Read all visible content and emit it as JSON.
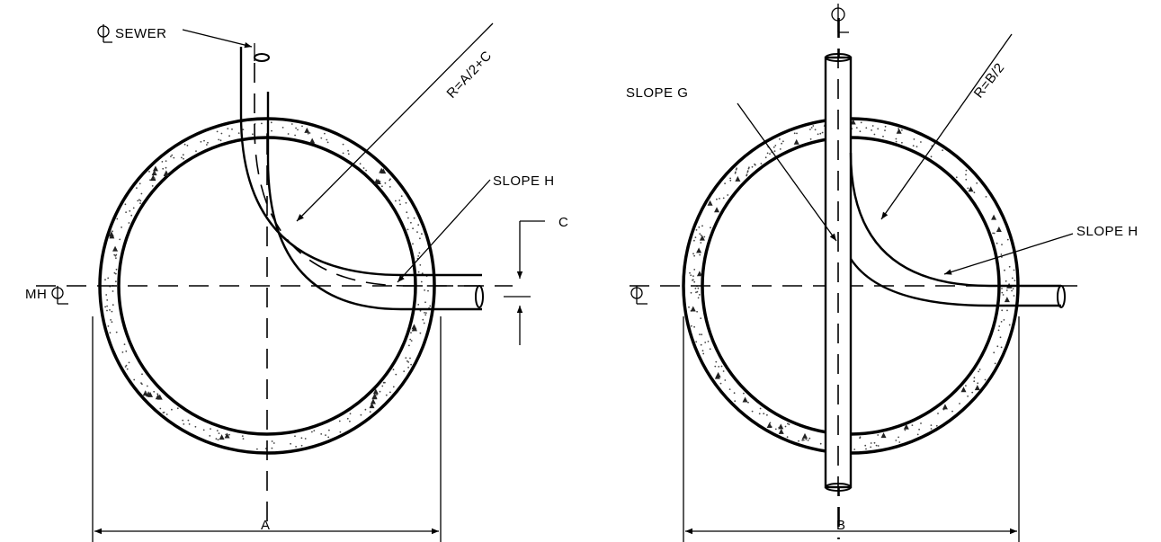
{
  "left_view": {
    "sewer_label": "SEWER",
    "radius_label": "R=A/2+C",
    "slope_label": "SLOPE H",
    "offset_label": "C",
    "manhole_label": "MH",
    "dimension_label": "A"
  },
  "right_view": {
    "slope_g_label": "SLOPE G",
    "radius_label": "R=B/2",
    "slope_label": "SLOPE H",
    "dimension_label": "B"
  }
}
